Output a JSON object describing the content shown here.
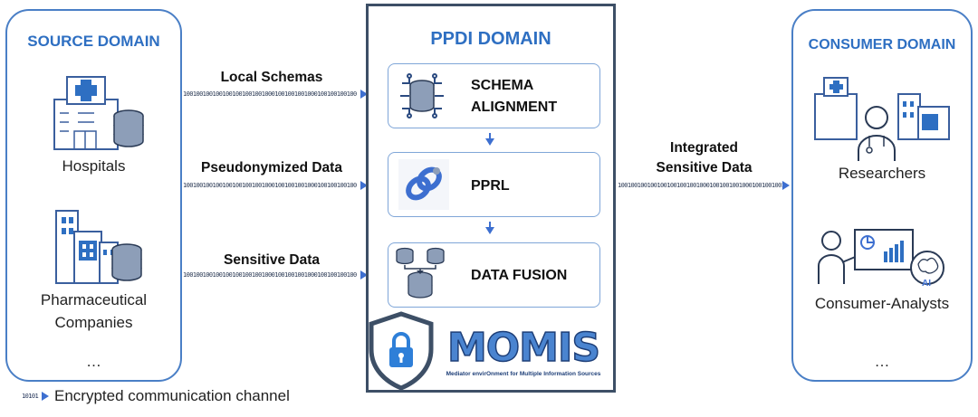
{
  "source_domain": {
    "title": "SOURCE DOMAIN",
    "actors": [
      "Hospitals",
      "Pharmaceutical",
      "Companies"
    ],
    "ellipsis": "…"
  },
  "ppdi_domain": {
    "title": "PPDI DOMAIN",
    "steps": [
      {
        "line1": "SCHEMA",
        "line2": "ALIGNMENT"
      },
      {
        "line1": "PPRL"
      },
      {
        "line1": "DATA FUSION"
      }
    ],
    "momis": {
      "logo": "MOMIS",
      "tagline": "Mediator envirOnment for Multiple Information Sources"
    }
  },
  "consumer_domain": {
    "title": "CONSUMER DOMAIN",
    "actors": [
      "Researchers",
      "Consumer-Analysts"
    ],
    "ellipsis": "…"
  },
  "channels": {
    "local_schemas": "Local Schemas",
    "pseudonymized_data": "Pseudonymized Data",
    "sensitive_data": "Sensitive Data",
    "integrated_line1": "Integrated",
    "integrated_line2": "Sensitive Data",
    "bits": "10010010010010010010010010001001001001000100100100100"
  },
  "legend": {
    "label": "Encrypted communication channel",
    "bits": "10101"
  },
  "colors": {
    "domain_border": "#4a7fc6",
    "title_blue": "#2e6fc2",
    "ppdi_border": "#3d4f66",
    "arrow": "#3d6fd0"
  }
}
